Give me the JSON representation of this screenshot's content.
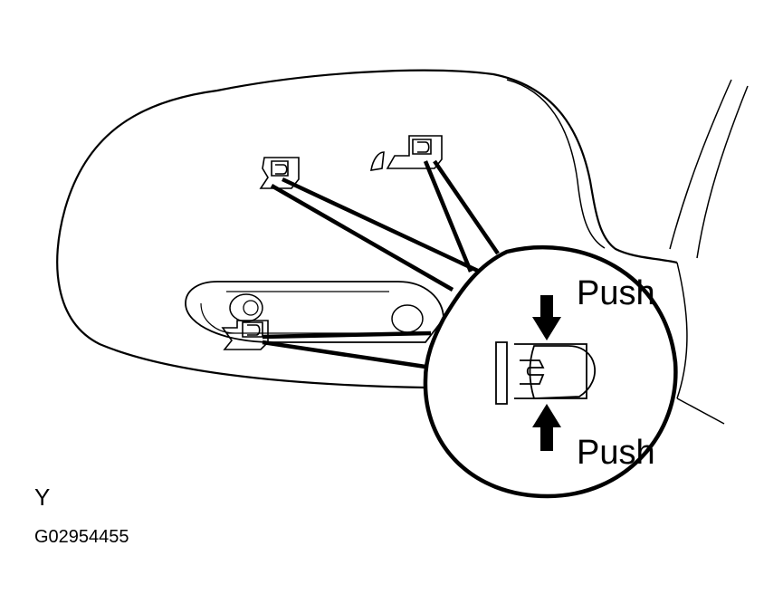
{
  "labels": {
    "push_top": "Push",
    "push_bottom": "Push",
    "view_letter": "Y",
    "figure_code": "G02954455"
  },
  "colors": {
    "line": "#000000",
    "background": "#ffffff"
  }
}
